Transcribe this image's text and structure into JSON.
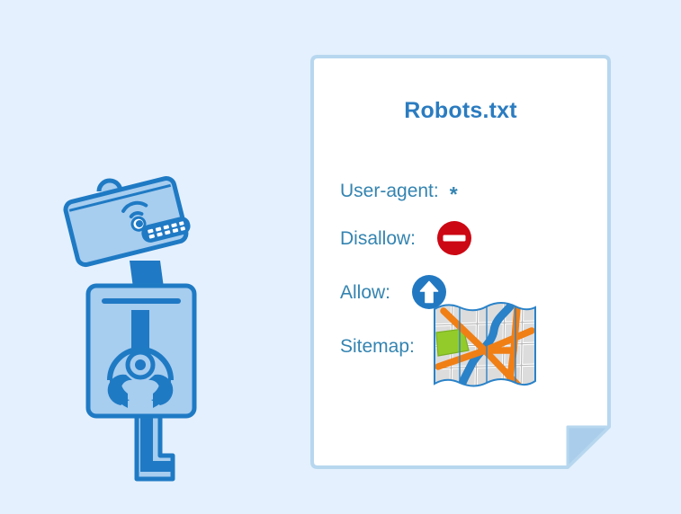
{
  "page": {
    "background_color": "#e4f0fd",
    "illustration_name": "robot-crawler"
  },
  "document": {
    "title": "Robots.txt",
    "title_color": "#2b7cc0",
    "card_background": "#ffffff",
    "card_border_color": "#b7d7ef",
    "fold_color": "#a9cdeb",
    "label_color": "#3484b1",
    "fields": [
      {
        "key": "user-agent",
        "label": "User-agent:",
        "value_type": "text",
        "value": "*"
      },
      {
        "key": "disallow",
        "label": "Disallow:",
        "value_type": "icon",
        "icon": "no-entry-icon",
        "icon_color": "#cc0814",
        "value": ""
      },
      {
        "key": "allow",
        "label": "Allow:",
        "value_type": "icon",
        "icon": "up-arrow-circle-icon",
        "icon_color": "#2279c2",
        "value": ""
      },
      {
        "key": "sitemap",
        "label": "Sitemap:",
        "value_type": "icon",
        "icon": "world-map-icon",
        "icon_color": "#f07f16",
        "value": ""
      }
    ]
  },
  "robot": {
    "name": "robot-illustration",
    "parts": [
      "antenna",
      "head",
      "eye",
      "mouth",
      "neck",
      "body",
      "claw",
      "leg"
    ],
    "outline_color": "#1f7ac4",
    "fill_color": "#a7cdef",
    "accent_color": "#2079c4"
  }
}
